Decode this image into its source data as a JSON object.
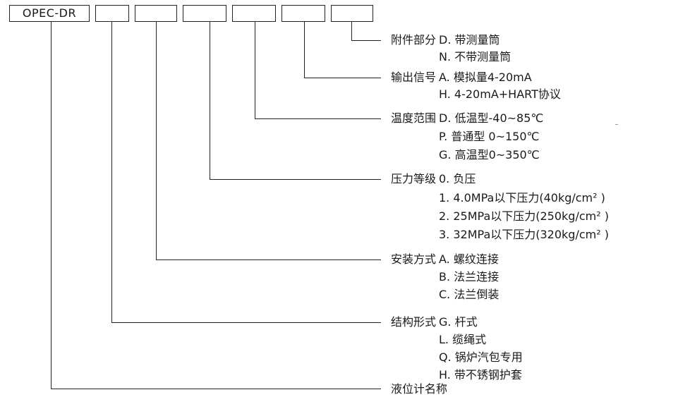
{
  "model_code": "OPEC-DR",
  "groups": [
    {
      "category": "附件部分",
      "options": [
        "D. 带测量筒",
        "N. 不带测量筒"
      ]
    },
    {
      "category": "输出信号",
      "options": [
        "A. 模拟量4-20mA",
        "H. 4-20mA+HART协议"
      ]
    },
    {
      "category": "温度范围",
      "options": [
        "D. 低温型-40~85℃",
        "P. 普通型 0~150℃",
        "G. 高温型0~350℃"
      ]
    },
    {
      "category": "压力等级",
      "options": [
        "0. 负压",
        "1. 4.0MPa以下压力(40kg/cm² )",
        "2. 25MPa以下压力(250kg/cm² )",
        "3. 32MPa以下压力(320kg/cm² )"
      ]
    },
    {
      "category": "安装方式",
      "options": [
        "A. 螺纹连接",
        "B. 法兰连接",
        "C. 法兰倒装"
      ]
    },
    {
      "category": "结构形式",
      "options": [
        "G. 杆式",
        "L. 缆绳式",
        "Q. 锅炉汽包专用",
        "H. 带不锈钢护套"
      ]
    },
    {
      "category": "液位计名称",
      "options": []
    }
  ]
}
